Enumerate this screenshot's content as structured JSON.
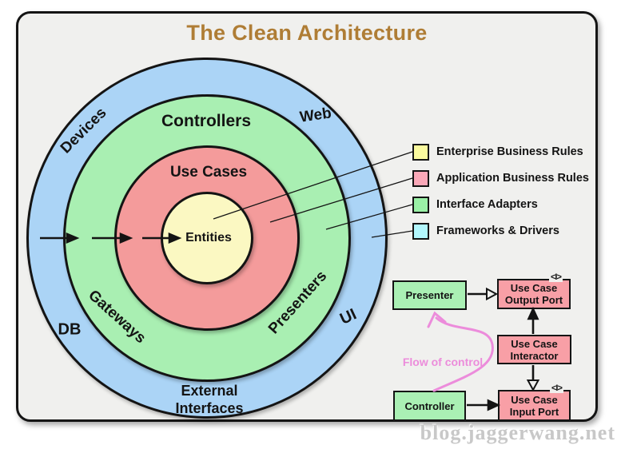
{
  "title": "The Clean Architecture",
  "watermark": "blog.jaggerwang.net",
  "colors": {
    "title": "#AF7D35",
    "canvas_bg": "#F0F0EE",
    "ring_frameworks_drivers": "#ABD4F6",
    "ring_interface_adapters": "#A9EFB2",
    "ring_application_rules": "#F49B9B",
    "ring_enterprise_rules": "#FBF8C2",
    "legend_enterprise": "#FAFA9E",
    "legend_application": "#FAA8B8",
    "legend_adapters": "#9AF0A6",
    "legend_frameworks": "#B2F7FD",
    "flow_box_green": "#AAF0B4",
    "flow_box_pink": "#F89FA6",
    "flow_of_control_pink": "#EC8CDB"
  },
  "rings": {
    "controllers": "Controllers",
    "use_cases": "Use Cases",
    "entities": "Entities",
    "devices": "Devices",
    "web": "Web",
    "gateways": "Gateways",
    "presenters": "Presenters",
    "db": "DB",
    "ui": "UI",
    "external_line1": "External",
    "external_line2": "Interfaces"
  },
  "legend": {
    "items": [
      {
        "label": "Enterprise Business Rules",
        "color": "#FAFA9E"
      },
      {
        "label": "Application Business Rules",
        "color": "#FAA8B8"
      },
      {
        "label": "Interface Adapters",
        "color": "#9AF0A6"
      },
      {
        "label": "Frameworks & Drivers",
        "color": "#B2F7FD"
      }
    ]
  },
  "flow": {
    "presenter": "Presenter",
    "controller": "Controller",
    "output_port": [
      "Use Case",
      "Output Port"
    ],
    "interactor": [
      "Use Case",
      "Interactor"
    ],
    "input_port": [
      "Use Case",
      "Input Port"
    ],
    "interface_marker": "<I>",
    "label": "Flow of control"
  }
}
